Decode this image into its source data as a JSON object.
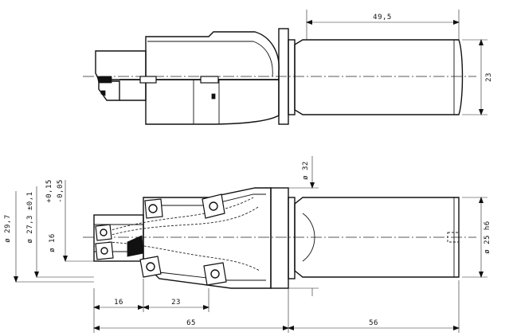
{
  "dimensions": {
    "top_shank_length": "49,5",
    "top_shank_diameter": "23",
    "dia_32": "ø 32",
    "dia_25": "ø 25 h6",
    "dia_29_7": "ø 29,7",
    "dia_27_3": "ø 27,3 ±0,1",
    "dia_16_label": "ø 16",
    "tol_upper": "+0,15",
    "tol_lower": "-0,05",
    "len_16": "16",
    "len_23": "23",
    "len_65": "65",
    "len_56": "56"
  }
}
